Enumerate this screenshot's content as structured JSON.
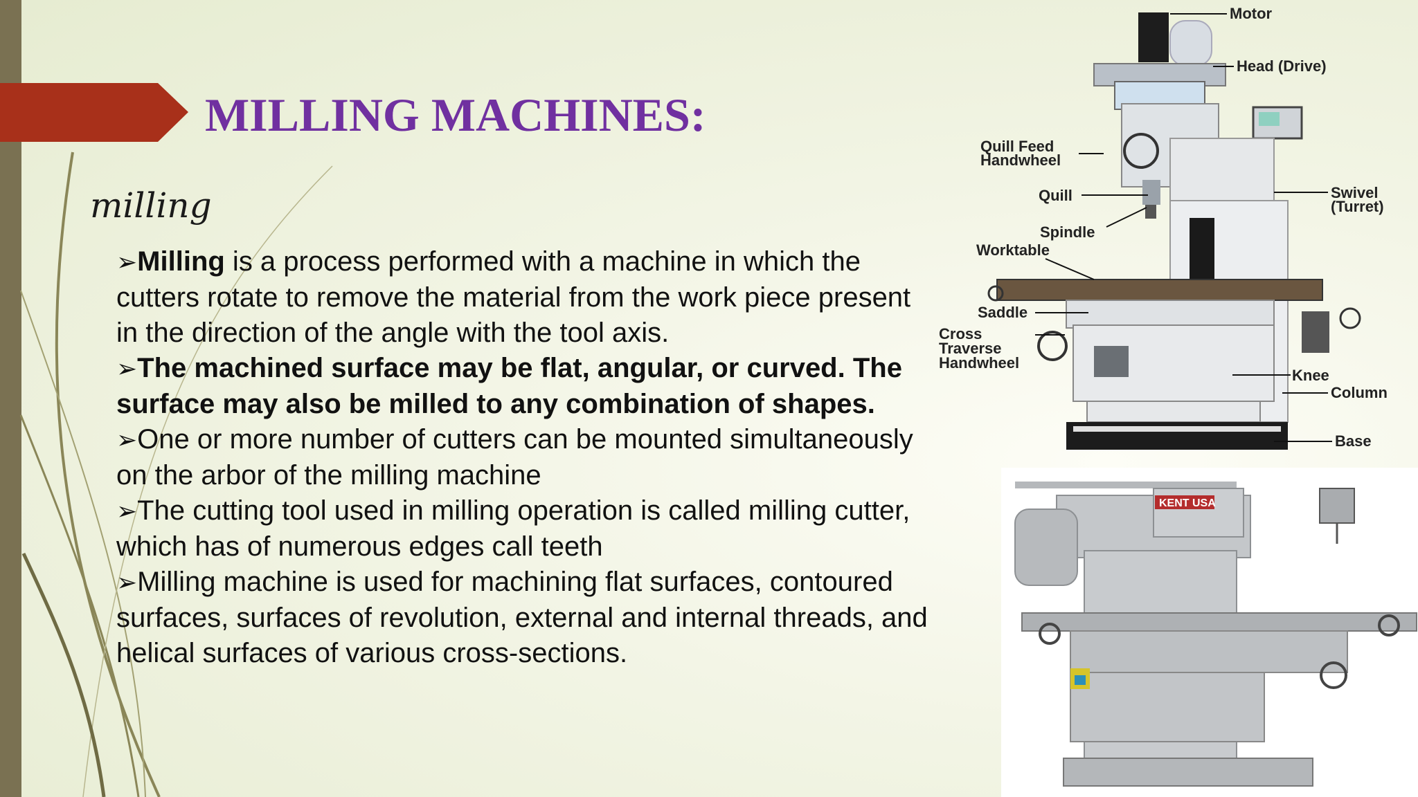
{
  "slide": {
    "title": "MILLING MACHINES:",
    "subtitle": "milling",
    "bullet_glyph": "➢",
    "paragraphs": [
      {
        "lead_bold": "Milling",
        "rest": " is a process performed with a machine in which the cutters rotate to remove the material from the work piece present in the direction of the angle with the tool axis."
      },
      {
        "lead_bold": "The machined surface may be flat, angular, or curved. The surface may also be milled to any combination of shapes.",
        "rest": ""
      },
      {
        "lead_bold": "",
        "rest": "One or more number of cutters can be mounted simultaneously on the arbor of the milling machine"
      },
      {
        "lead_bold": "",
        "rest": "The cutting tool used in milling operation is called milling cutter, which has of numerous edges call teeth"
      },
      {
        "lead_bold": "",
        "rest": "Milling machine is used for machining flat surfaces, contoured surfaces, surfaces of revolution, external and internal threads, and helical surfaces of various cross-sections."
      }
    ]
  },
  "diagram": {
    "labels": {
      "motor": "Motor",
      "head": "Head (Drive)",
      "quill_feed_1": "Quill Feed",
      "quill_feed_2": "Handwheel",
      "quill": "Quill",
      "swivel_1": "Swivel",
      "swivel_2": "(Turret)",
      "spindle": "Spindle",
      "worktable": "Worktable",
      "saddle": "Saddle",
      "cross_1": "Cross",
      "cross_2": "Traverse",
      "cross_3": "Handwheel",
      "knee": "Knee",
      "column": "Column",
      "base": "Base"
    }
  },
  "photo": {
    "brand": "KENT USA"
  },
  "colors": {
    "title": "#7030a0",
    "arrow": "#a8301a",
    "left_bar": "#7a7152"
  }
}
